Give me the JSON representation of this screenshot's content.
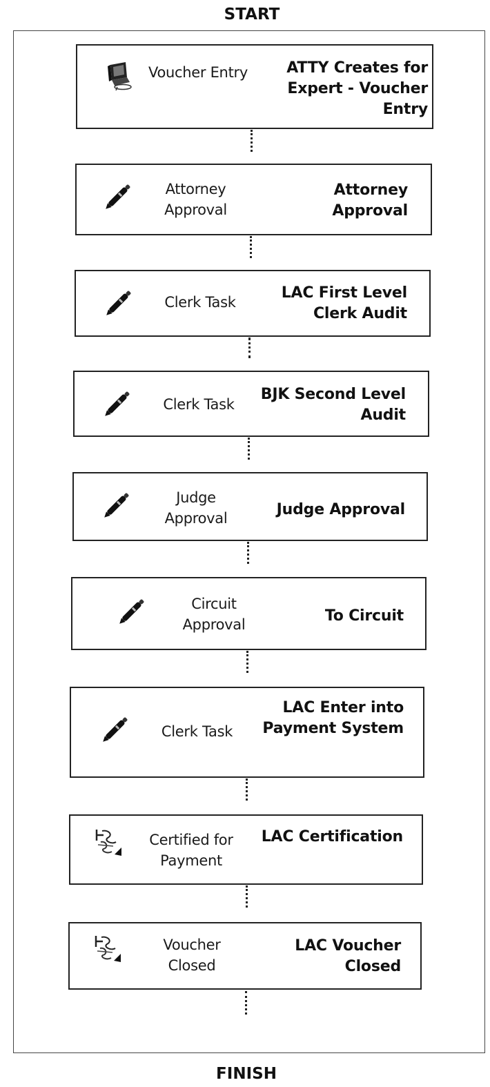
{
  "start_label": "START",
  "finish_label": "FINISH",
  "steps": [
    {
      "icon": "computer-icon",
      "task": "Voucher Entry",
      "title": "ATTY Creates for Expert - Voucher Entry"
    },
    {
      "icon": "pen-icon",
      "task": "Attorney Approval",
      "title": "Attorney Approval"
    },
    {
      "icon": "pen-icon",
      "task": "Clerk Task",
      "title": "LAC First Level Clerk Audit"
    },
    {
      "icon": "pen-icon",
      "task": "Clerk Task",
      "title": "BJK Second Level Audit"
    },
    {
      "icon": "pen-icon",
      "task": "Judge Approval",
      "title": "Judge Approval"
    },
    {
      "icon": "pen-icon",
      "task": "Circuit Approval",
      "title": "To Circuit"
    },
    {
      "icon": "pen-icon",
      "task": "Clerk Task",
      "title": "LAC Enter into Payment System"
    },
    {
      "icon": "certificate-icon",
      "task": "Certified for Payment",
      "title": "LAC Certification"
    },
    {
      "icon": "certificate-icon",
      "task": "Voucher Closed",
      "title": "LAC Voucher Closed"
    }
  ]
}
